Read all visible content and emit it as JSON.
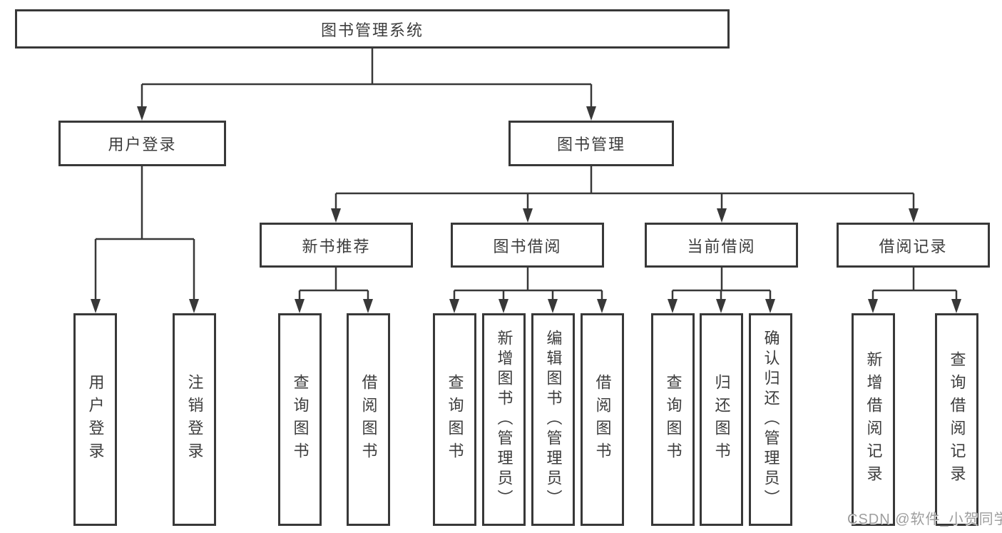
{
  "nodes": {
    "root": "图书管理系统",
    "l2": [
      "用户登录",
      "图书管理"
    ],
    "l3": [
      "新书推荐",
      "图书借阅",
      "当前借阅",
      "借阅记录"
    ],
    "login_children": [
      "用户登录",
      "注销登录"
    ],
    "new_book_children": [
      "查询图书",
      "借阅图书"
    ],
    "borrow_children": [
      "查询图书",
      "新增图书（管理员）",
      "编辑图书（管理员）",
      "借阅图书"
    ],
    "current_children": [
      "查询图书",
      "归还图书",
      "确认归还（管理员）"
    ],
    "record_children": [
      "新增借阅记录",
      "查询借阅记录"
    ]
  },
  "watermark": "CSDN @软件_小贺同学",
  "colors": {
    "line": "#383838",
    "text": "#3d3d3d",
    "watermark": "#949494",
    "background": "#ffffff"
  }
}
